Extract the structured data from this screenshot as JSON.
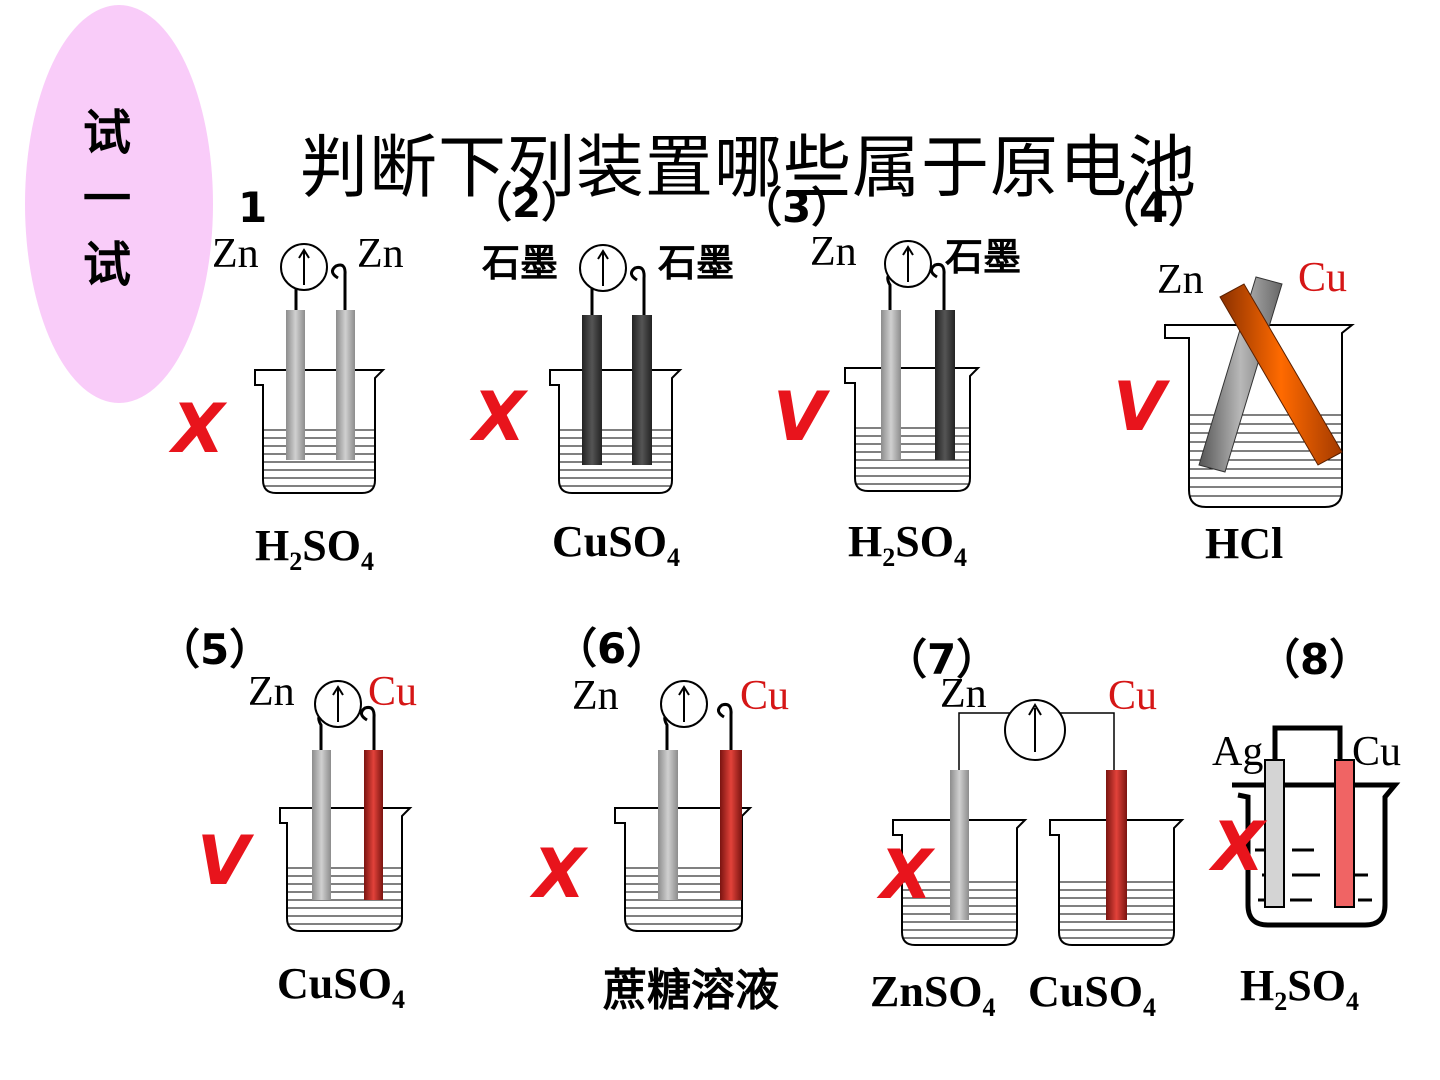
{
  "badge": {
    "line1": "试",
    "line2": "一",
    "line3": "试"
  },
  "title": "判断下列装置哪些属于原电池",
  "colors": {
    "mark": "#e8141c",
    "badge": "#f9ccf9",
    "copper": "#d51616"
  },
  "devices": [
    {
      "num": "1",
      "left": "Zn",
      "right": "Zn",
      "solution": "H2SO4",
      "mark": "X"
    },
    {
      "num": "（2）",
      "left": "石墨",
      "right": "石墨",
      "solution": "CuSO4",
      "mark": "X"
    },
    {
      "num": "（3）",
      "left": "Zn",
      "right": "石墨",
      "solution": "H2SO4",
      "mark": "V"
    },
    {
      "num": "（4）",
      "left": "Zn",
      "right": "Cu",
      "solution": "HCl",
      "mark": "V"
    },
    {
      "num": "（5）",
      "left": "Zn",
      "right": "Cu",
      "solution": "CuSO4",
      "mark": "V"
    },
    {
      "num": "（6）",
      "left": "Zn",
      "right": "Cu",
      "solution": "蔗糖溶液",
      "mark": "X"
    },
    {
      "num": "（7）",
      "left": "Zn",
      "right": "Cu",
      "solution_left": "ZnSO4",
      "solution_right": "CuSO4",
      "mark": "X"
    },
    {
      "num": "（8）",
      "left": "Ag",
      "right": "Cu",
      "solution": "H2SO4",
      "mark": "X"
    }
  ]
}
